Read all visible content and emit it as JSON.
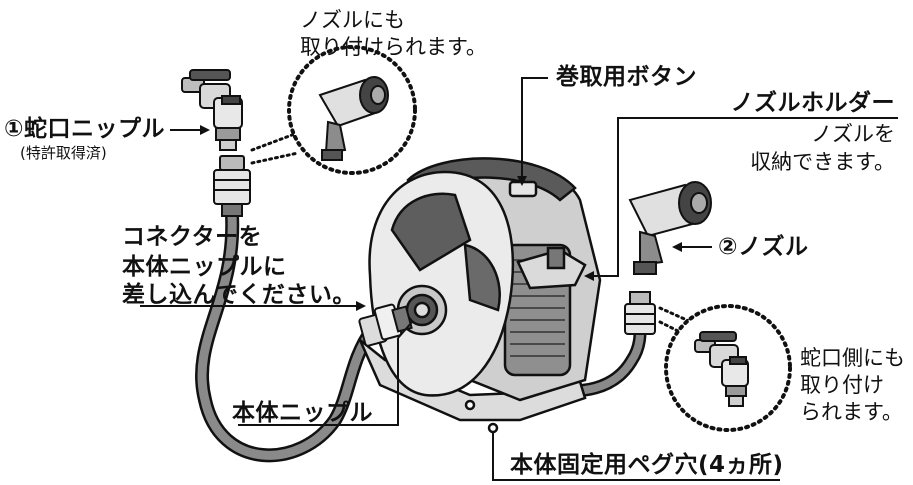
{
  "labels": {
    "faucet_nipple": "①蛇口ニップル",
    "faucet_nipple_note": "(特許取得済)",
    "nozzle_attach_line1": "ノズルにも",
    "nozzle_attach_line2": "取り付けられます。",
    "reel_button": "巻取用ボタン",
    "nozzle_holder": "ノズルホルダー",
    "nozzle_store_line1": "ノズルを",
    "nozzle_store_line2": "収納できます。",
    "nozzle": "②ノズル",
    "connector_line1": "コネクターを",
    "connector_line2": "本体ニップルに",
    "connector_line3": "差し込んでください。",
    "body_nipple": "本体ニップル",
    "faucet_attach_line1": "蛇口側にも",
    "faucet_attach_line2": "取り付け",
    "faucet_attach_line3": "られます。",
    "peg_holes": "本体固定用ペグ穴(4ヵ所)"
  }
}
